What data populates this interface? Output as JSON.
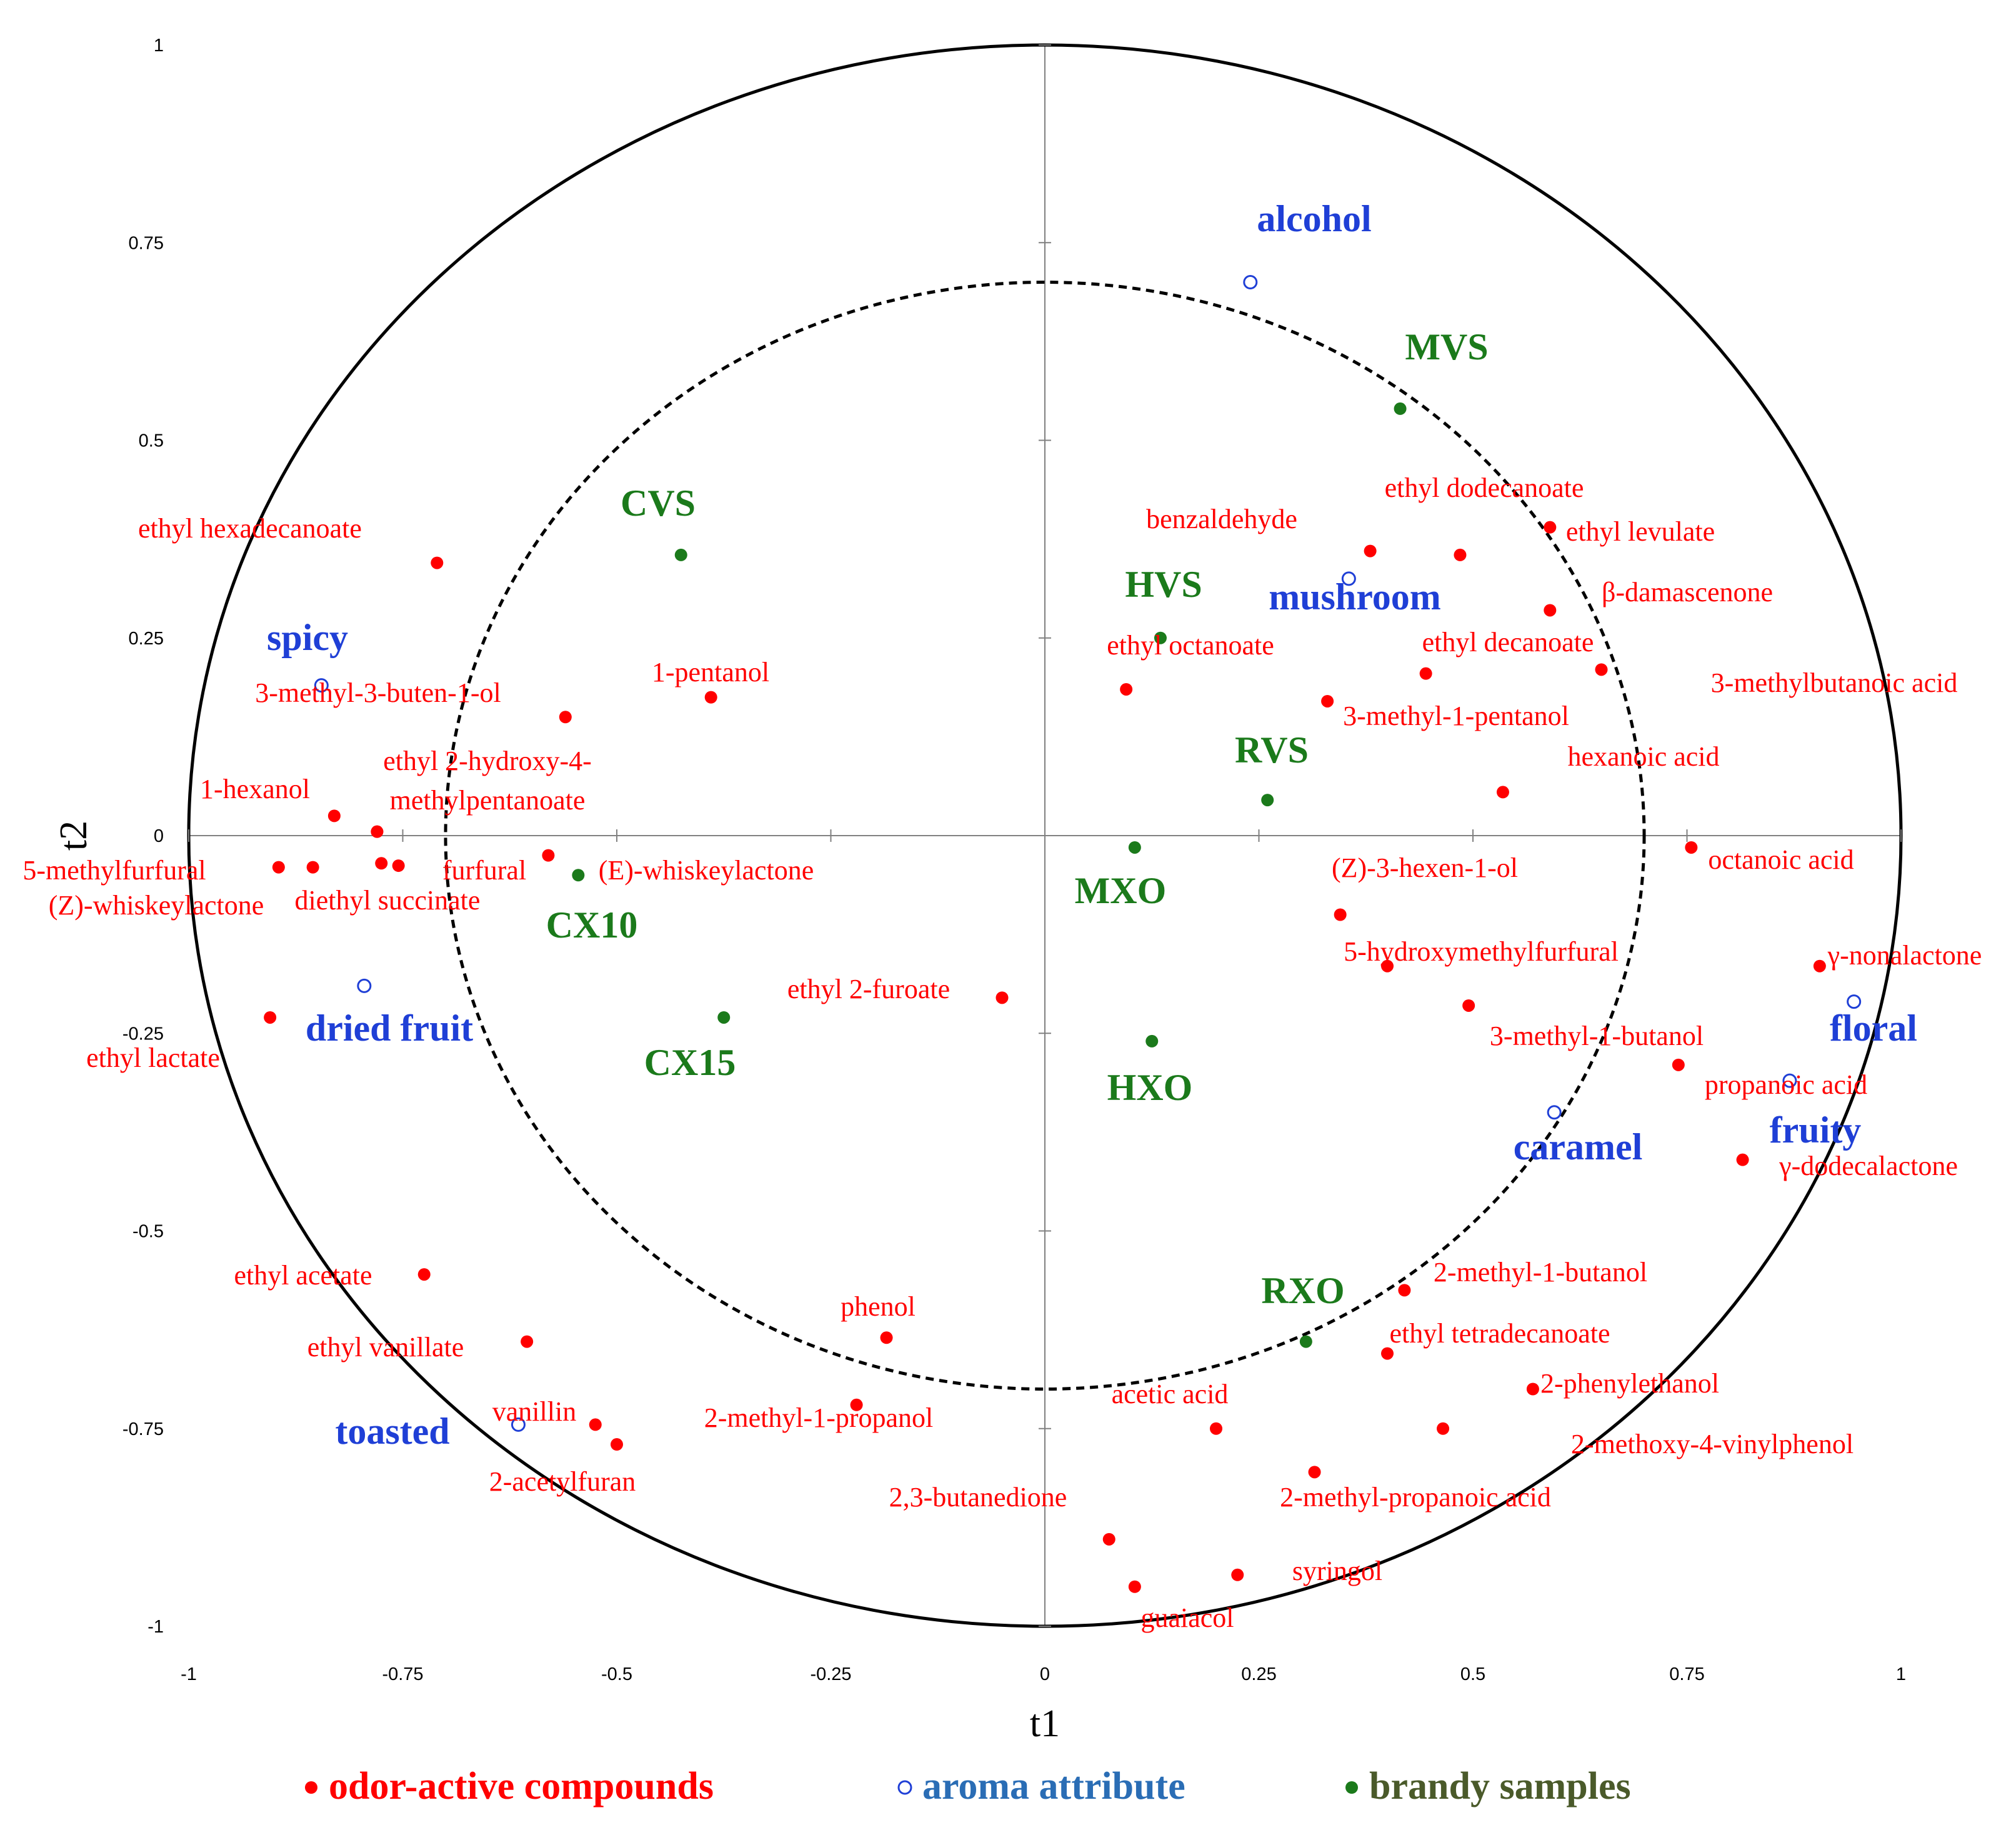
{
  "chart_data": {
    "type": "scatter",
    "xlabel": "t1",
    "ylabel": "t2",
    "xlim": [
      -1,
      1
    ],
    "ylim": [
      -1,
      1
    ],
    "x_ticks": [
      "-1",
      "-0.75",
      "-0.5",
      "-0.25",
      "0",
      "0.25",
      "0.5",
      "0.75",
      "1"
    ],
    "y_ticks": [
      "-1",
      "-0.75",
      "-0.5",
      "-0.25",
      "0",
      "0.25",
      "0.5",
      "0.75",
      "1"
    ],
    "unit_circle_radius": 1.0,
    "inner_circle_radius": 0.7,
    "colors": {
      "compound": "#ff0000",
      "aroma": "#1f3fd6",
      "sample": "#1b7a1b",
      "legend_sample_text": "#4a5a2a",
      "legend_aroma_text": "#2a6db5"
    },
    "legend": [
      {
        "key": "compounds",
        "label": "odor-active compounds"
      },
      {
        "key": "aroma",
        "label": "aroma attribute"
      },
      {
        "key": "samples",
        "label": "brandy samples"
      }
    ],
    "compounds": [
      {
        "label": "ethyl hexadecanoate",
        "x": -0.71,
        "y": 0.345
      },
      {
        "label": "3-methyl-3-buten-1-ol",
        "x": -0.56,
        "y": 0.15
      },
      {
        "label": "1-pentanol",
        "x": -0.39,
        "y": 0.175
      },
      {
        "label": "1-hexanol",
        "x": -0.83,
        "y": 0.025
      },
      {
        "label": "ethyl 2-hydroxy-4-",
        "x": -0.78,
        "y": 0.005
      },
      {
        "label": "methylpentanoate",
        "x": -0.78,
        "y": 0.005
      },
      {
        "label": "5-methylfurfural",
        "x": -0.895,
        "y": -0.04
      },
      {
        "label": "(Z)-whiskeylactone",
        "x": -0.855,
        "y": -0.04
      },
      {
        "label": "diethyl succinate",
        "x": -0.775,
        "y": -0.035
      },
      {
        "label": "furfural",
        "x": -0.755,
        "y": -0.038
      },
      {
        "label": "(E)-whiskeylactone",
        "x": -0.58,
        "y": -0.025
      },
      {
        "label": "ethyl lactate",
        "x": -0.905,
        "y": -0.23
      },
      {
        "label": "ethyl 2-furoate",
        "x": -0.05,
        "y": -0.205
      },
      {
        "label": "ethyl acetate",
        "x": -0.725,
        "y": -0.555
      },
      {
        "label": "ethyl vanillate",
        "x": -0.605,
        "y": -0.64
      },
      {
        "label": "vanillin",
        "x": -0.525,
        "y": -0.745
      },
      {
        "label": "2-acetylfuran",
        "x": -0.5,
        "y": -0.77
      },
      {
        "label": "phenol",
        "x": -0.185,
        "y": -0.635
      },
      {
        "label": "2-methyl-1-propanol",
        "x": -0.22,
        "y": -0.72
      },
      {
        "label": "benzaldehyde",
        "x": 0.38,
        "y": 0.36
      },
      {
        "label": "ethyl dodecanoate",
        "x": 0.485,
        "y": 0.355
      },
      {
        "label": "ethyl levulate",
        "x": 0.59,
        "y": 0.39
      },
      {
        "label": "β-damascenone",
        "x": 0.59,
        "y": 0.285
      },
      {
        "label": "ethyl octanoate",
        "x": 0.095,
        "y": 0.185
      },
      {
        "label": "ethyl decanoate",
        "x": 0.445,
        "y": 0.205
      },
      {
        "label": "3-methylbutanoic acid",
        "x": 0.65,
        "y": 0.21
      },
      {
        "label": "3-methyl-1-pentanol",
        "x": 0.33,
        "y": 0.17
      },
      {
        "label": "hexanoic acid",
        "x": 0.535,
        "y": 0.055
      },
      {
        "label": "octanoic acid",
        "x": 0.755,
        "y": -0.015
      },
      {
        "label": "(Z)-3-hexen-1-ol",
        "x": 0.345,
        "y": -0.1
      },
      {
        "label": "5-hydroxymethylfurfural",
        "x": 0.4,
        "y": -0.165
      },
      {
        "label": "γ-nonalactone",
        "x": 0.905,
        "y": -0.165
      },
      {
        "label": "3-methyl-1-butanol",
        "x": 0.495,
        "y": -0.215
      },
      {
        "label": "propanoic acid",
        "x": 0.74,
        "y": -0.29
      },
      {
        "label": "γ-dodecalactone",
        "x": 0.815,
        "y": -0.41
      },
      {
        "label": "2-methyl-1-butanol",
        "x": 0.42,
        "y": -0.575
      },
      {
        "label": "ethyl tetradecanoate",
        "x": 0.4,
        "y": -0.655
      },
      {
        "label": "2-phenylethanol",
        "x": 0.57,
        "y": -0.7
      },
      {
        "label": "2-methoxy-4-vinylphenol",
        "x": 0.465,
        "y": -0.75
      },
      {
        "label": "acetic acid",
        "x": 0.2,
        "y": -0.75
      },
      {
        "label": "2-methyl-propanoic acid",
        "x": 0.315,
        "y": -0.805
      },
      {
        "label": "2,3-butanedione",
        "x": 0.075,
        "y": -0.89
      },
      {
        "label": "syringol",
        "x": 0.225,
        "y": -0.935
      },
      {
        "label": "guaiacol",
        "x": 0.105,
        "y": -0.95
      }
    ],
    "aroma_attributes": [
      {
        "label": "alcohol",
        "x": 0.24,
        "y": 0.7
      },
      {
        "label": "mushroom",
        "x": 0.355,
        "y": 0.325
      },
      {
        "label": "spicy",
        "x": -0.845,
        "y": 0.19
      },
      {
        "label": "dried fruit",
        "x": -0.795,
        "y": -0.19
      },
      {
        "label": "floral",
        "x": 0.945,
        "y": -0.21
      },
      {
        "label": "fruity",
        "x": 0.87,
        "y": -0.31
      },
      {
        "label": "caramel",
        "x": 0.595,
        "y": -0.35
      },
      {
        "label": "toasted",
        "x": -0.615,
        "y": -0.745
      }
    ],
    "brandy_samples": [
      {
        "label": "MVS",
        "x": 0.415,
        "y": 0.54
      },
      {
        "label": "CVS",
        "x": -0.425,
        "y": 0.355
      },
      {
        "label": "HVS",
        "x": 0.135,
        "y": 0.25
      },
      {
        "label": "RVS",
        "x": 0.26,
        "y": 0.045
      },
      {
        "label": "MXO",
        "x": 0.105,
        "y": -0.015
      },
      {
        "label": "CX10",
        "x": -0.545,
        "y": -0.05
      },
      {
        "label": "CX15",
        "x": -0.375,
        "y": -0.23
      },
      {
        "label": "HXO",
        "x": 0.125,
        "y": -0.26
      },
      {
        "label": "RXO",
        "x": 0.305,
        "y": -0.64
      }
    ]
  }
}
